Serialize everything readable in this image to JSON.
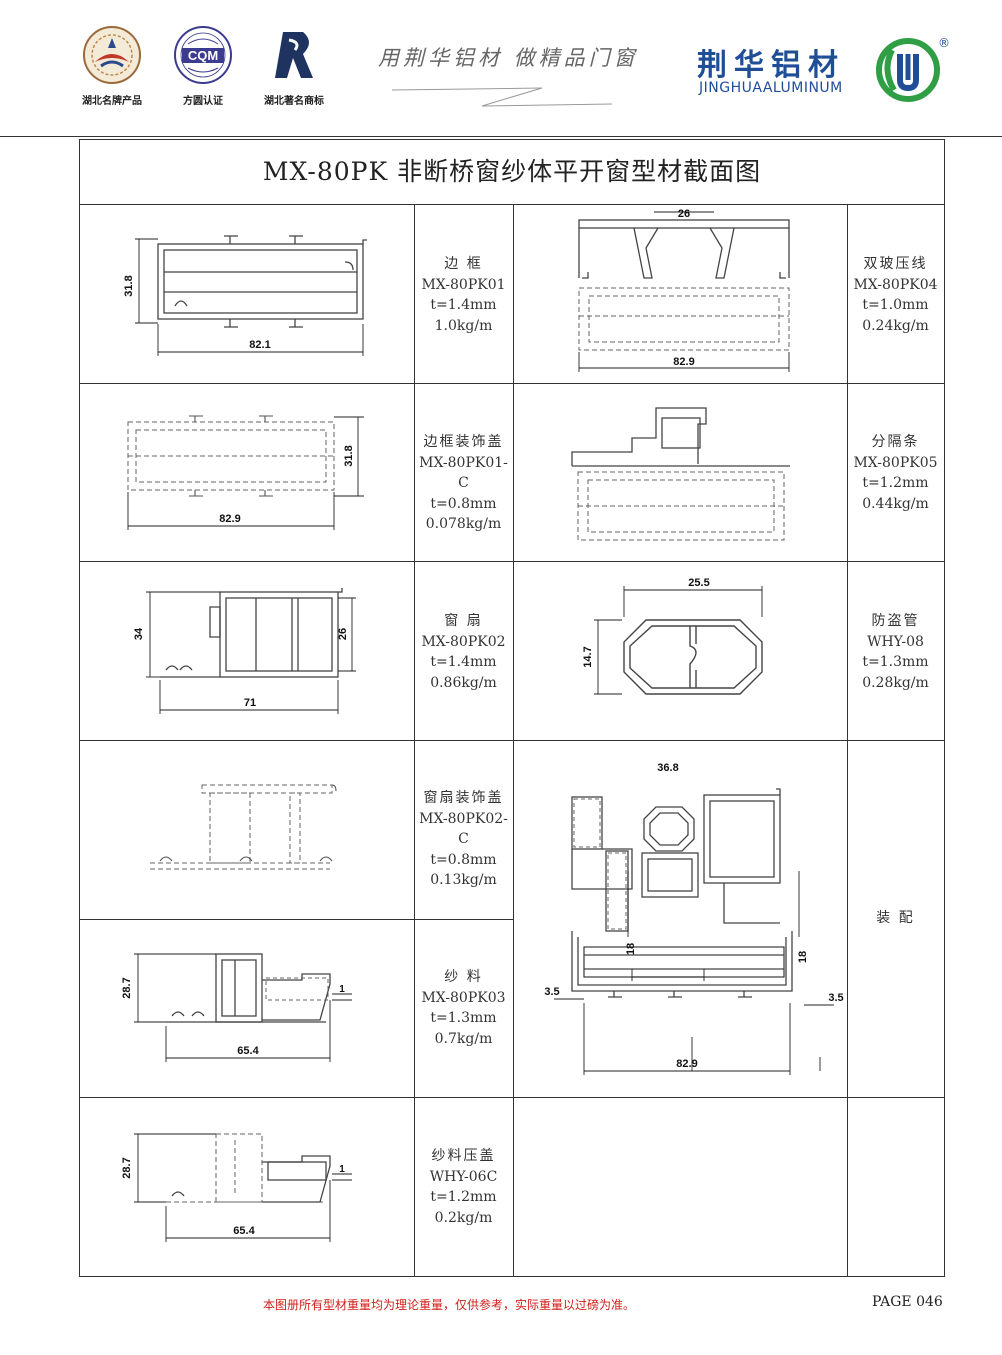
{
  "header": {
    "badges": [
      {
        "caption": "湖北名牌产品",
        "icon": "provincial-brand-seal-icon"
      },
      {
        "caption": "方圆认证",
        "icon": "cqm-certification-icon",
        "logo_text": "CQM"
      },
      {
        "caption": "湖北著名商标",
        "icon": "famous-trademark-icon"
      }
    ],
    "slogan": "用荆华铝材 做精品门窗",
    "brand_cn": "荆华铝材",
    "brand_en": "JINGHUAALUMINUM",
    "registered_mark": "®"
  },
  "title": "MX-80PK 非断桥窗纱体平开窗型材截面图",
  "profiles": [
    {
      "name": "边 框",
      "code": "MX-80PK01",
      "thickness": "t=1.4mm",
      "weight": "1.0kg/m",
      "dims": {
        "w": "82.1",
        "h": "31.8"
      }
    },
    {
      "name": "双玻压线",
      "code": "MX-80PK04",
      "thickness": "t=1.0mm",
      "weight": "0.24kg/m",
      "dims": {
        "top": "26",
        "w": "82.9"
      }
    },
    {
      "name": "边框装饰盖",
      "code": "MX-80PK01-C",
      "thickness": "t=0.8mm",
      "weight": "0.078kg/m",
      "dims": {
        "w": "82.9",
        "h": "31.8"
      }
    },
    {
      "name": "分隔条",
      "code": "MX-80PK05",
      "thickness": "t=1.2mm",
      "weight": "0.44kg/m"
    },
    {
      "name": "窗 扇",
      "code": "MX-80PK02",
      "thickness": "t=1.4mm",
      "weight": "0.86kg/m",
      "dims": {
        "w": "71",
        "h": "34",
        "h2": "26"
      }
    },
    {
      "name": "防盗管",
      "code": "WHY-08",
      "thickness": "t=1.3mm",
      "weight": "0.28kg/m",
      "dims": {
        "w": "25.5",
        "h": "14.7"
      }
    },
    {
      "name": "窗扇装饰盖",
      "code": "MX-80PK02-C",
      "thickness": "t=0.8mm",
      "weight": "0.13kg/m"
    },
    {
      "name": "纱 料",
      "code": "MX-80PK03",
      "thickness": "t=1.3mm",
      "weight": "0.7kg/m",
      "dims": {
        "w": "65.4",
        "h": "28.7",
        "gap": "1"
      }
    },
    {
      "name": "纱料压盖",
      "code": "WHY-06C",
      "thickness": "t=1.2mm",
      "weight": "0.2kg/m",
      "dims": {
        "w": "65.4",
        "h": "28.7",
        "gap": "1"
      }
    }
  ],
  "assembly": {
    "label": "装 配",
    "dims": {
      "d1": "36.8",
      "d2": "18",
      "d3": "18",
      "d4": "3.5",
      "d5": "3.5",
      "d6": "82.9"
    }
  },
  "footer": {
    "note": "本图册所有型材重量均为理论重量，仅供参考，实际重量以过磅为准。",
    "page": "PAGE 046"
  }
}
